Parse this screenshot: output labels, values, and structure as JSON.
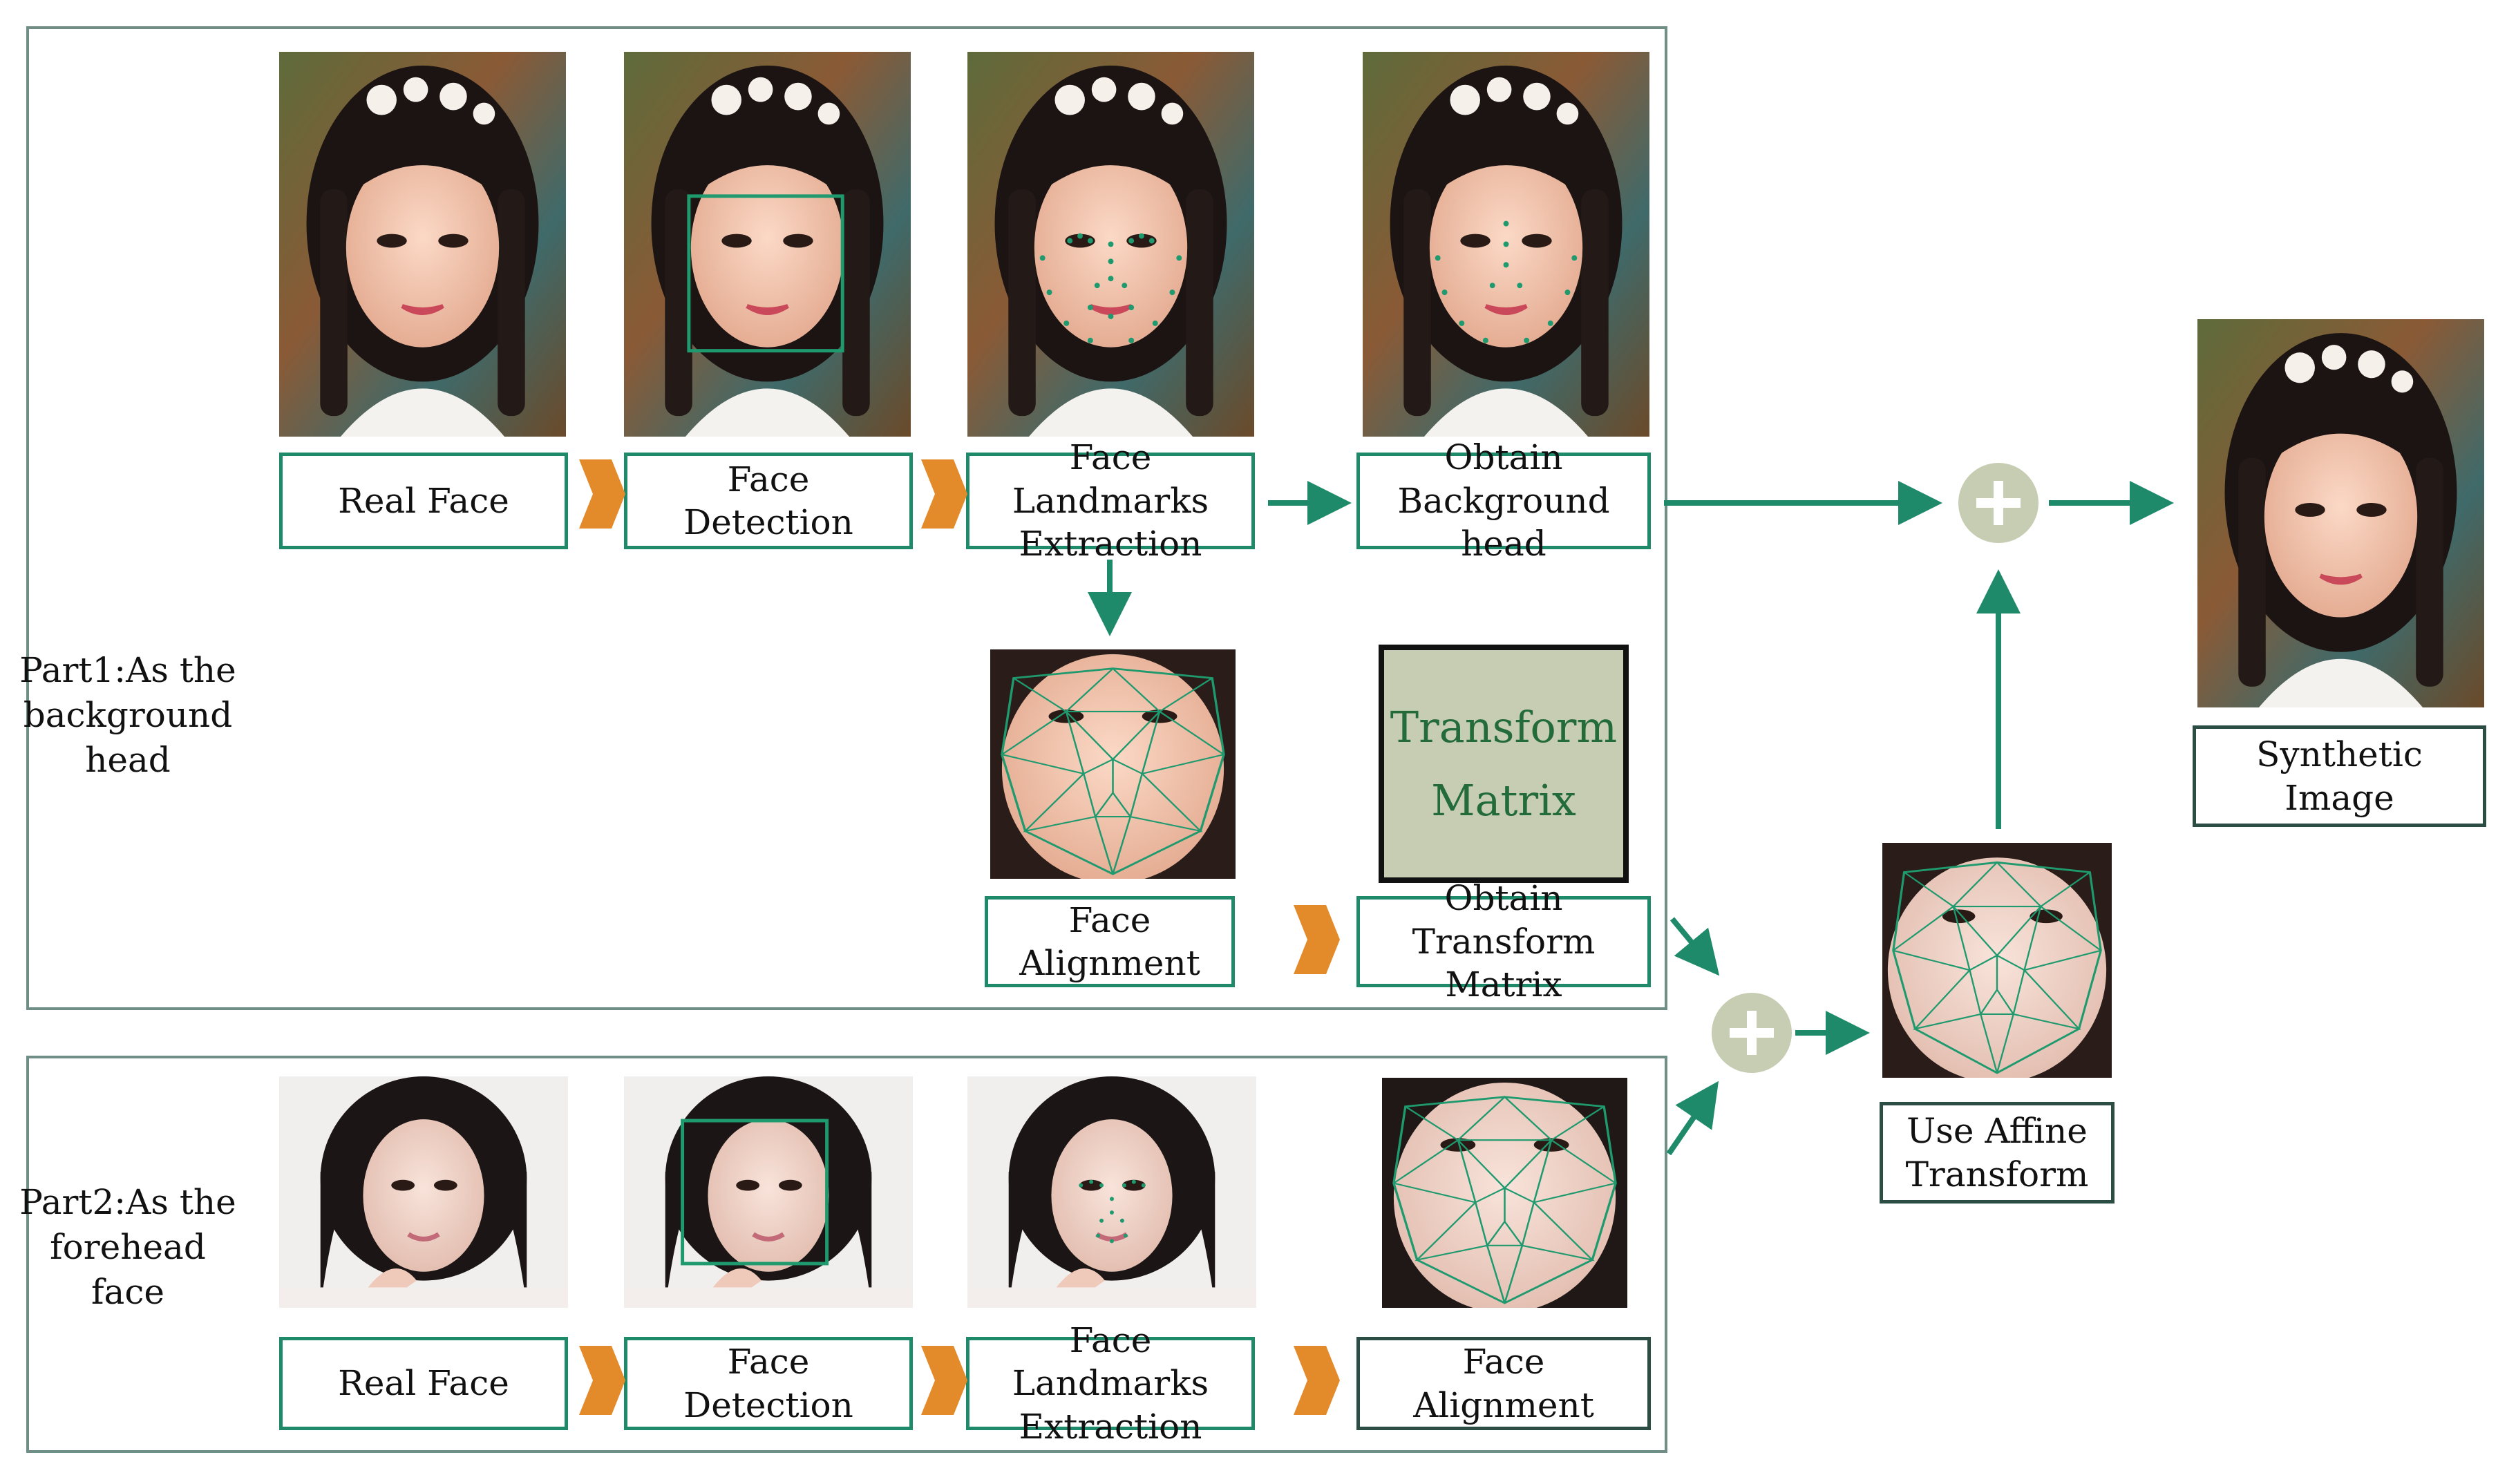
{
  "part1": {
    "label_lines": [
      "Part1:As the",
      "background",
      "head"
    ],
    "steps": {
      "real_face": [
        "Real Face"
      ],
      "face_detection": [
        "Face",
        "Detection"
      ],
      "landmarks": [
        "Face Landmarks",
        "Extraction"
      ],
      "obtain_bg_head": [
        "Obtain",
        "Background head"
      ],
      "face_alignment": [
        "Face",
        "Alignment"
      ],
      "obtain_tm": [
        "Obtain",
        "Transform Matrix"
      ]
    },
    "transform_matrix": [
      "Transform",
      "Matrix"
    ]
  },
  "part2": {
    "label_lines": [
      "Part2:As the",
      "forehead",
      "face"
    ],
    "steps": {
      "real_face": [
        "Real Face"
      ],
      "face_detection": [
        "Face",
        "Detection"
      ],
      "landmarks": [
        "Face Landmarks",
        "Extraction"
      ],
      "face_alignment": [
        "Face",
        "Alignment"
      ]
    }
  },
  "affine": [
    "Use Affine",
    "Transform"
  ],
  "synthetic": [
    "Synthetic",
    "Image"
  ],
  "colors": {
    "accent_green": "#1e8a6a",
    "arrow_orange": "#e38a2b",
    "plus_circle": "#c7cdb3",
    "matrix_fill": "#c7cdb3"
  },
  "icons": {
    "chevron": "orange-chevron-icon",
    "combine": "plus-circle-icon",
    "arrow": "green-arrow-icon"
  }
}
